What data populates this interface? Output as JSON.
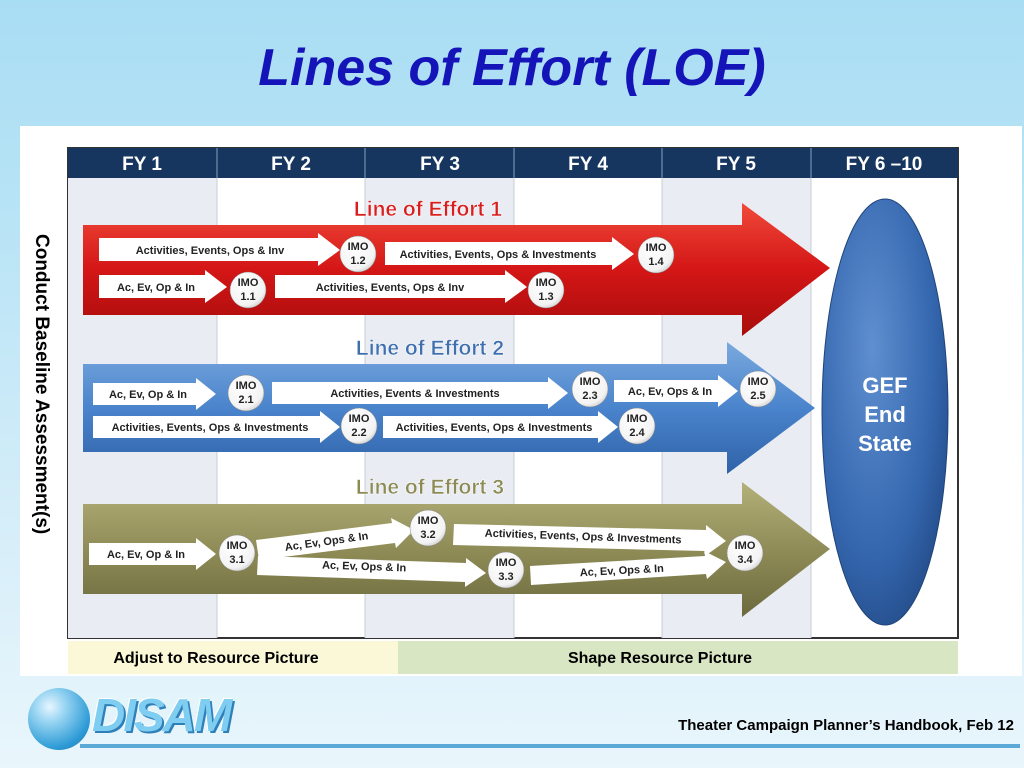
{
  "title": "Lines of Effort (LOE)",
  "fiscal_years": [
    "FY 1",
    "FY 2",
    "FY 3",
    "FY 4",
    "FY  5",
    "FY 6 –10"
  ],
  "side_label": "Conduct Baseline Assessment(s)",
  "loe": [
    {
      "title": "Line of Effort 1",
      "color": "#d81e1e",
      "boxes": [
        "Activities, Events, Ops & Inv",
        "Activities, Events, Ops & Investments",
        "Ac, Ev, Op & In",
        "Activities, Events, Ops & Inv"
      ],
      "imos": [
        {
          "l1": "IMO",
          "l2": "1.2"
        },
        {
          "l1": "IMO",
          "l2": "1.4"
        },
        {
          "l1": "IMO",
          "l2": "1.1"
        },
        {
          "l1": "IMO",
          "l2": "1.3"
        }
      ]
    },
    {
      "title": "Line of Effort 2",
      "color": "#3f7cc6",
      "boxes": [
        "Ac, Ev, Op & In",
        "Activities, Events & Investments",
        "Ac, Ev, Ops & In",
        "Activities, Events, Ops & Investments",
        "Activities, Events, Ops & Investments"
      ],
      "imos": [
        {
          "l1": "IMO",
          "l2": "2.1"
        },
        {
          "l1": "IMO",
          "l2": "2.3"
        },
        {
          "l1": "IMO",
          "l2": "2.5"
        },
        {
          "l1": "IMO",
          "l2": "2.2"
        },
        {
          "l1": "IMO",
          "l2": "2.4"
        }
      ]
    },
    {
      "title": "Line of Effort 3",
      "color": "#8c8a55",
      "boxes": [
        "Ac, Ev, Op & In",
        "Ac, Ev, Ops & In",
        "Ac, Ev, Ops & In",
        "Activities, Events, Ops & Investments",
        "Ac, Ev, Ops & In"
      ],
      "imos": [
        {
          "l1": "IMO",
          "l2": "3.1"
        },
        {
          "l1": "IMO",
          "l2": "3.2"
        },
        {
          "l1": "IMO",
          "l2": "3.3"
        },
        {
          "l1": "IMO",
          "l2": "3.4"
        }
      ]
    }
  ],
  "end_state": [
    "GEF",
    "End",
    "State"
  ],
  "bottom_bar": {
    "left": "Adjust to Resource Picture",
    "right": "Shape Resource Picture"
  },
  "footer": "Theater Campaign Planner’s Handbook, Feb 12",
  "logo_text": "DISAM"
}
